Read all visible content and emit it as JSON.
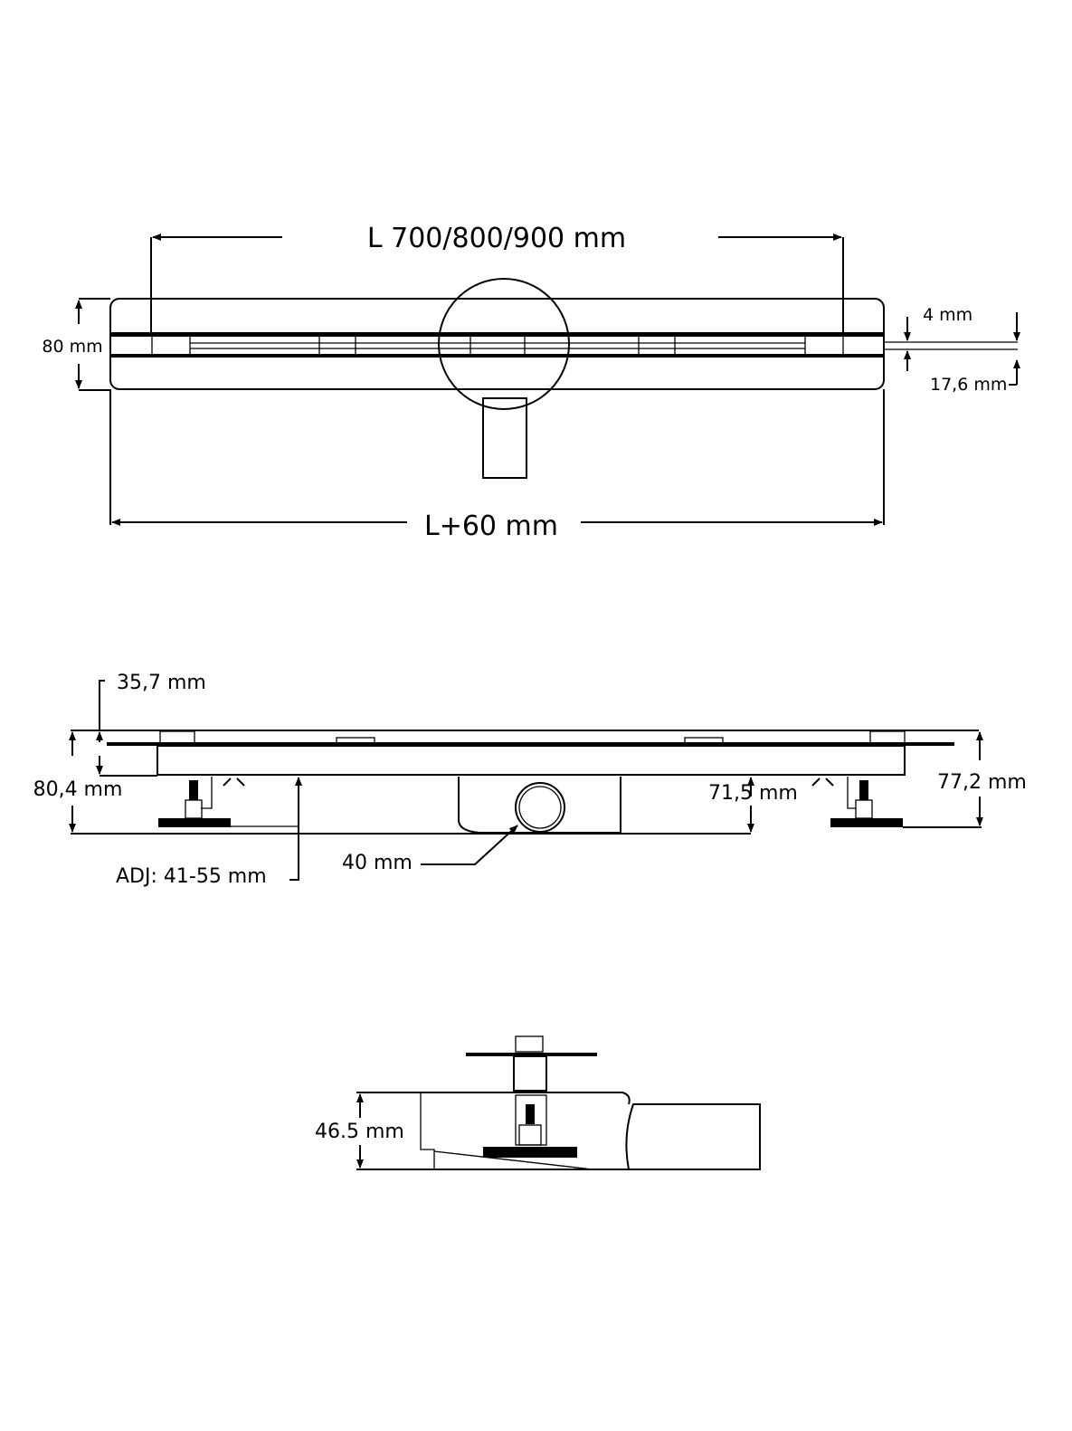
{
  "top_view": {
    "length_label": "L 700/800/900 mm",
    "total_length_label": "L+60 mm",
    "width_label": "80 mm",
    "slot_label": "4 mm",
    "grate_label": "17,6 mm"
  },
  "side_view": {
    "flange_label": "35,7 mm",
    "total_height_label": "80,4 mm",
    "body_height_label": "71,5 mm",
    "right_height_label": "77,2 mm",
    "adjust_label": "ADJ: 41-55 mm",
    "outlet_label": "40 mm"
  },
  "end_view": {
    "height_label": "46.5 mm"
  }
}
